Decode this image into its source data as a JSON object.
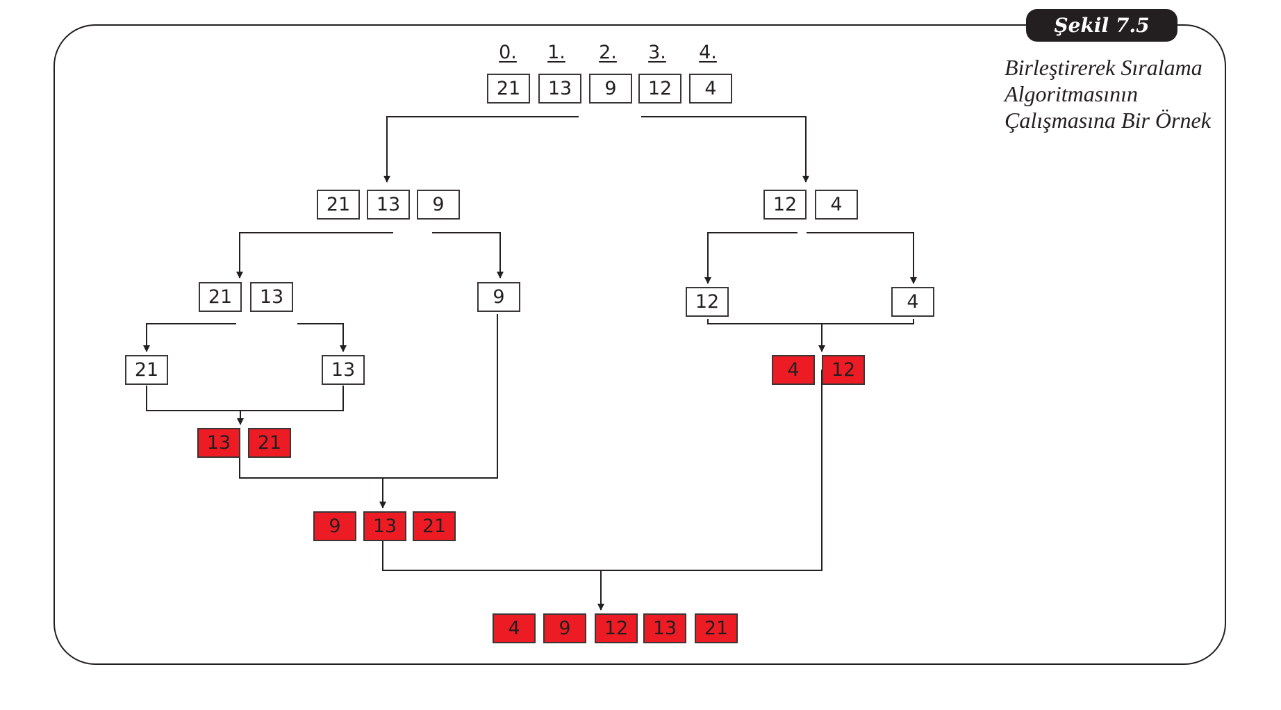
{
  "figure": {
    "badge": "Şekil 7.5",
    "caption": "Birleştirerek Sıralama Algoritmasının Çalışmasına Bir Örnek"
  },
  "indices": [
    "0.",
    "1.",
    "2.",
    "3.",
    "4."
  ],
  "initial_array": [
    "21",
    "13",
    "9",
    "12",
    "4"
  ],
  "split_level1": {
    "left": [
      "21",
      "13",
      "9"
    ],
    "right": [
      "12",
      "4"
    ]
  },
  "split_level2": {
    "left_left": [
      "21",
      "13"
    ],
    "left_right": [
      "9"
    ],
    "right_left": [
      "12"
    ],
    "right_right": [
      "4"
    ]
  },
  "split_level3": {
    "a": [
      "21"
    ],
    "b": [
      "13"
    ]
  },
  "merged": {
    "m1": [
      "13",
      "21"
    ],
    "m2": [
      "4",
      "12"
    ],
    "m3": [
      "9",
      "13",
      "21"
    ],
    "final": [
      "4",
      "9",
      "12",
      "13",
      "21"
    ]
  },
  "colors": {
    "unsorted": "#ffffff",
    "merged": "#ed1c24",
    "line": "#231f20"
  }
}
